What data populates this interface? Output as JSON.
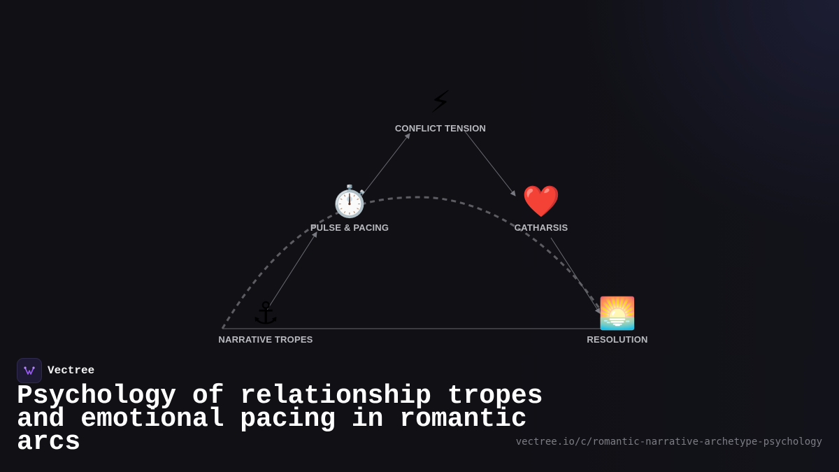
{
  "diagram": {
    "nodes": [
      {
        "id": "narrative",
        "label": "NARRATIVE TROPES",
        "icon": "anchor-icon",
        "glyph": "⚓"
      },
      {
        "id": "pulse",
        "label": "PULSE & PACING",
        "icon": "stopwatch-icon",
        "glyph": "⏱️"
      },
      {
        "id": "conflict",
        "label": "CONFLICT TENSION",
        "icon": "lightning-icon",
        "glyph": "⚡"
      },
      {
        "id": "catharsis",
        "label": "CATHARSIS",
        "icon": "heart-icon",
        "glyph": "❤️"
      },
      {
        "id": "resolution",
        "label": "RESOLUTION",
        "icon": "sunrise-icon",
        "glyph": "🌅"
      }
    ],
    "colors": {
      "arrow": "#6b6b73",
      "curve": "#5c5c62",
      "baseline": "#4a4a50",
      "label": "#b9b9c0"
    }
  },
  "brand": {
    "name": "Vectree",
    "accent": "#9b5cf6"
  },
  "title": "Psychology of relationship tropes and emotional pacing in romantic arcs",
  "url": "vectree.io/c/romantic-narrative-archetype-psychology"
}
